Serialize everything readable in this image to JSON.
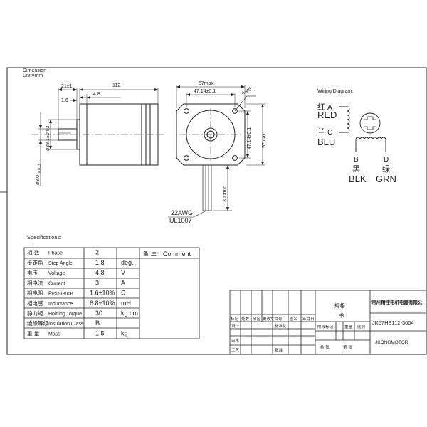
{
  "header": {
    "dimension_label": "Dimension",
    "unit_label": "Unit=mm"
  },
  "side_view": {
    "dims": [
      "21±1",
      "112",
      "1.6",
      "4.8",
      "ø38.1±0.03",
      "ø8.0"
    ],
    "dim_sub": "0.013"
  },
  "front_view": {
    "dims": [
      "57max.",
      "47.14±0.1",
      "4-ø5",
      "47.14±0.1",
      "57max.",
      "300min."
    ],
    "wire_awg": "22AWG",
    "wire_ul": "UL1007"
  },
  "wiring": {
    "title": "Wiring Diagram:",
    "a_cn": "红",
    "a_letter": "A",
    "a_color": "RED",
    "c_cn": "兰",
    "c_letter": "C",
    "c_color": "BLU",
    "b_letter": "B",
    "b_cn": "黑",
    "b_color": "BLK",
    "d_letter": "D",
    "d_cn": "绿",
    "d_color": "GRN"
  },
  "specs": {
    "title": "Specifications:",
    "comment_cn": "备 注",
    "comment_en": "Comment",
    "rows": [
      {
        "cn": "相  数",
        "en": "Phase",
        "value": "2",
        "unit": ""
      },
      {
        "cn": "步距角",
        "en": "Step Angle",
        "value": "1.8",
        "unit": "deg."
      },
      {
        "cn": "电压",
        "en": "Voltage",
        "value": "4.8",
        "unit": "V"
      },
      {
        "cn": "相电流",
        "en": "Current",
        "value": "3",
        "unit": "A"
      },
      {
        "cn": "相电阻",
        "en": "Resistence",
        "value": "1.6±10%",
        "unit": "Ω"
      },
      {
        "cn": "相电感",
        "en": "Inductance",
        "value": "6.8±10%",
        "unit": "mH"
      },
      {
        "cn": "静力矩",
        "en": "Holding Torque",
        "value": "30",
        "unit": "kg.cm"
      },
      {
        "cn": "绝缘等级",
        "en": "Insulation Class",
        "value": "B",
        "unit": ""
      },
      {
        "cn": "重  量",
        "en": "Mass",
        "value": "1.5",
        "unit": "kg"
      }
    ]
  },
  "title_block": {
    "rev_headers": [
      "标记",
      "处数",
      "分区",
      "更改文件号",
      "签名",
      "年月日"
    ],
    "design": "设计",
    "standard": "标准化",
    "review": "审核",
    "process": "工艺",
    "approve": "批准",
    "stage_mark": "阶段标记",
    "weight": "重量",
    "scale": "比例",
    "total_sheets": "共   张",
    "sheet": "第   张",
    "doc_type_1": "规格",
    "doc_type_2": "书",
    "company": "常州精控电机电器有限公",
    "model": "JK57HS112-3004",
    "brand": "JKONGMOTOR"
  }
}
